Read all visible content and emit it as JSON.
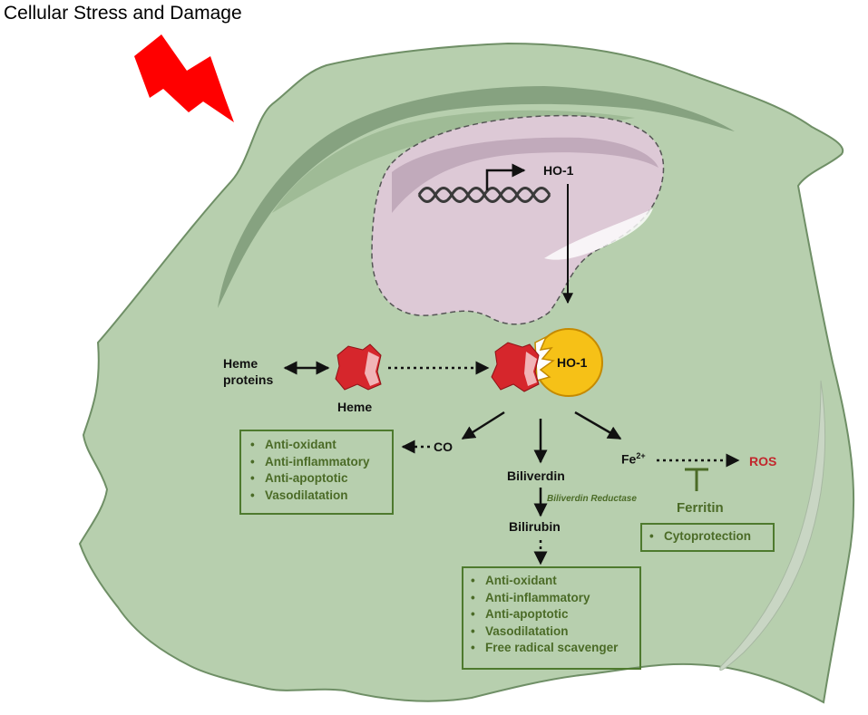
{
  "title": "Cellular Stress and Damage",
  "labels": {
    "ho1_gene": "HO-1",
    "ho1_enzyme": "HO-1",
    "heme_proteins": "Heme proteins",
    "heme": "Heme",
    "co": "CO",
    "biliverdin": "Biliverdin",
    "biliverdin_reductase": "Biliverdin Reductase",
    "bilirubin": "Bilirubin",
    "fe_base": "Fe",
    "fe_charge": "2+",
    "ros": "ROS",
    "ferritin": "Ferritin"
  },
  "co_effects": [
    "Anti-oxidant",
    "Anti-inflammatory",
    "Anti-apoptotic",
    "Vasodilatation"
  ],
  "bilirubin_effects": [
    "Anti-oxidant",
    "Anti-inflammatory",
    "Anti-apoptotic",
    "Vasodilatation",
    "Free radical scavenger"
  ],
  "ferritin_effects": [
    "Cytoprotection"
  ],
  "bullet": "•",
  "colors": {
    "cell": "#b7cfae",
    "cell_stroke": "#6f8f66",
    "membrane_dark": "#7e9a78",
    "nucleus": "#ddc9d6",
    "nucleus_shadow": "#b79fb2",
    "heme_red": "#d6262c",
    "enzyme_yellow": "#f6c117",
    "effect_green": "#4b6b27",
    "ros_red": "#c2272d",
    "lightning": "#ff0000"
  },
  "icons": [
    "lightning-icon",
    "dna-icon",
    "heme-icon",
    "ho1-enzyme-icon",
    "promoter-arrow-icon"
  ]
}
